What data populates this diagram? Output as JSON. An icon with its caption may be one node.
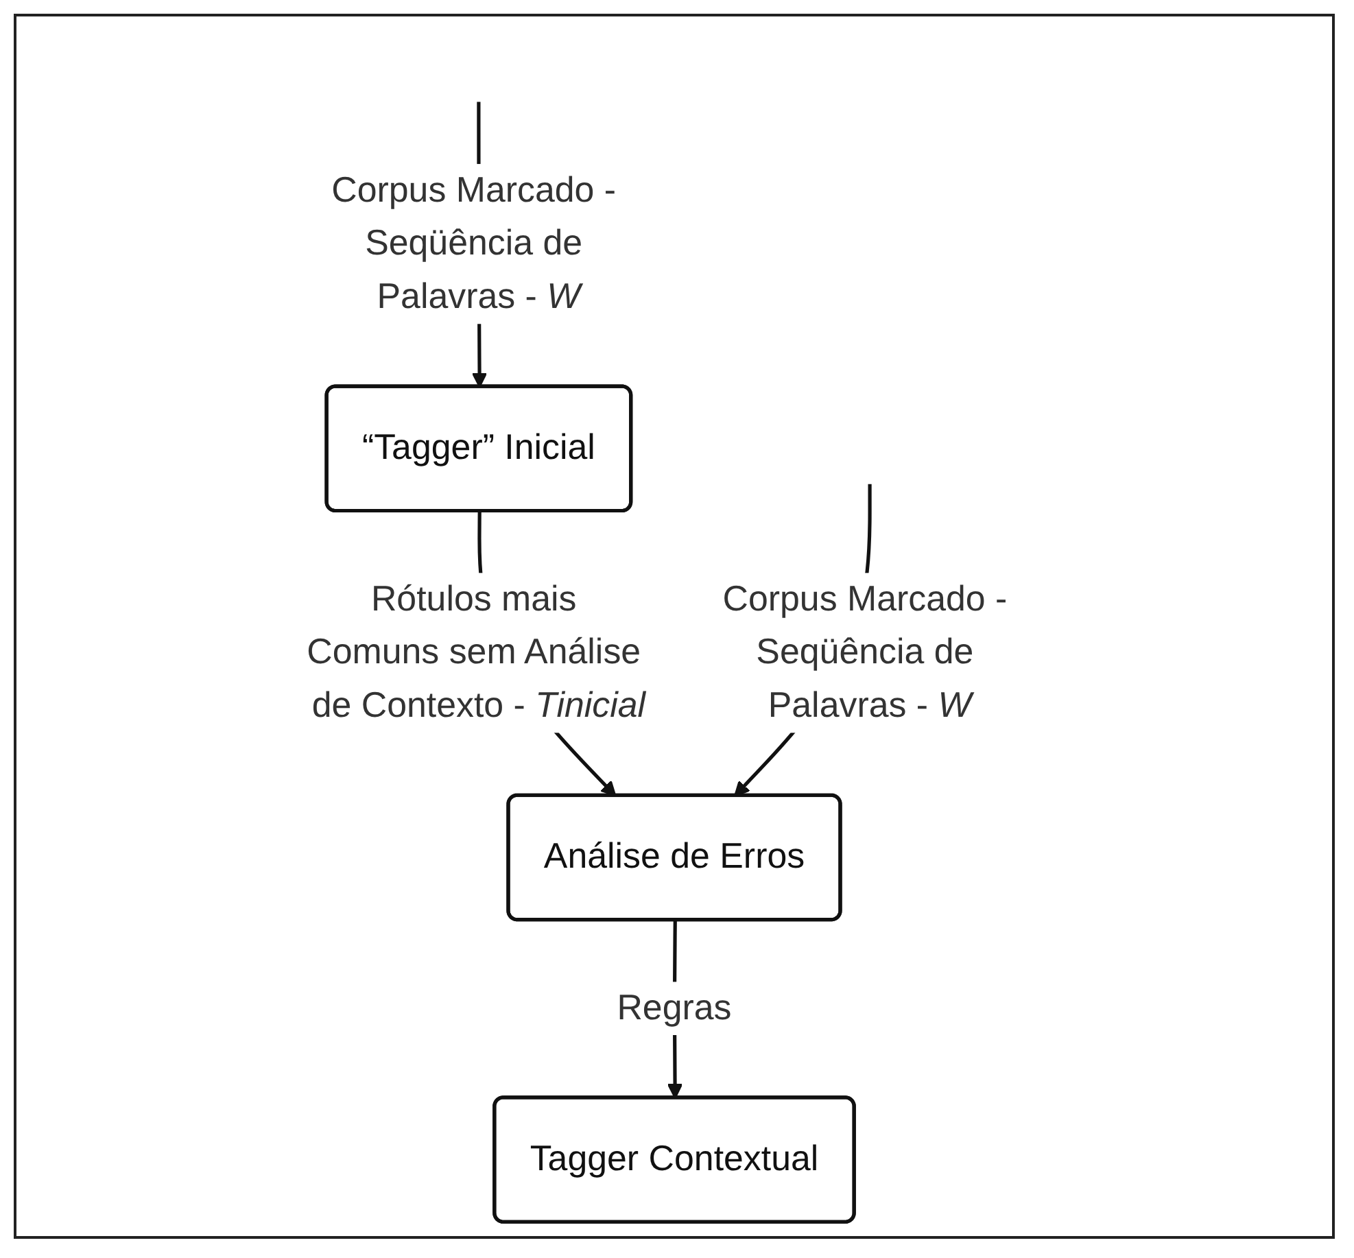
{
  "diagram": {
    "nodes": [
      {
        "text": [
          "“Tagger” Inicial"
        ]
      },
      {
        "text": [
          "Análise de Erros"
        ]
      },
      {
        "text": [
          "Tagger Contextual"
        ]
      }
    ],
    "edges": [
      {
        "from": null,
        "to": 0,
        "arrow": "to",
        "label": "Corpus Marcado - Seqüência de Palavras - *W*"
      },
      {
        "from": 0,
        "to": 1,
        "arrow": "to",
        "label": "Rótulos mais Comuns sem Análise de Contexto - *Tinicial*"
      },
      {
        "from": null,
        "to": 1,
        "arrow": "to",
        "label": "Corpus Marcado - Seqüência de Palavras - *W*"
      },
      {
        "from": 1,
        "to": 2,
        "arrow": "to",
        "label": "Regras"
      }
    ]
  }
}
